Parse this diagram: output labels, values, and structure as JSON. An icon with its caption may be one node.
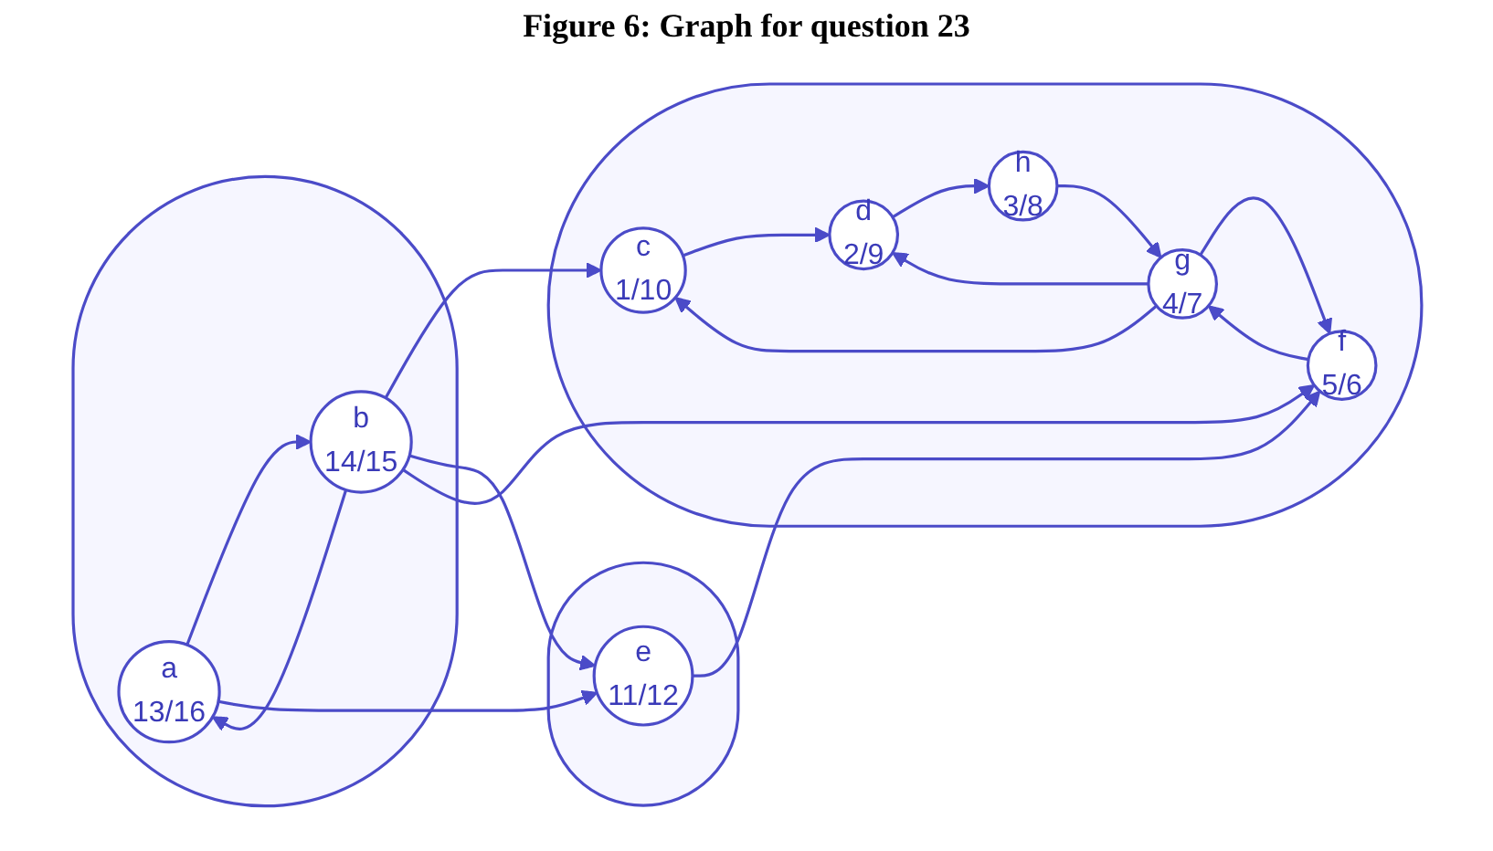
{
  "diagram": {
    "title": "Figure 6: Graph for question 23",
    "nodes": [
      {
        "text": [],
        "shape": "ellipse"
      },
      {
        "text": [
          "a",
          "13/16"
        ],
        "in": 0
      },
      {
        "text": [
          "b",
          "14/15"
        ],
        "in": 0
      },
      {
        "text": [],
        "shape": "ellipse"
      },
      {
        "text": [
          "c",
          "1/10"
        ],
        "in": 3
      },
      {
        "text": [
          "d",
          "2/9"
        ],
        "in": 3
      },
      {
        "text": [],
        "shape": "ellipse"
      },
      {
        "text": [
          "e",
          "11/12"
        ],
        "in": 6
      },
      {
        "text": [
          "f",
          "5/6"
        ],
        "in": 3
      },
      {
        "text": [
          "g",
          "4/7"
        ],
        "in": 3
      },
      {
        "text": [
          "h",
          "3/8"
        ],
        "in": 3
      }
    ],
    "edges": [
      {
        "from": 1,
        "to": 2,
        "arrow": "to"
      },
      {
        "from": 2,
        "to": 1,
        "arrow": "to"
      },
      {
        "from": 2,
        "to": 4,
        "arrow": "to"
      },
      {
        "from": 1,
        "to": 7,
        "arrow": "to"
      },
      {
        "from": 2,
        "to": 7,
        "arrow": "to"
      },
      {
        "from": 2,
        "to": 8,
        "arrow": "to"
      },
      {
        "from": 4,
        "to": 5,
        "arrow": "to"
      },
      {
        "from": 5,
        "to": 10,
        "arrow": "to"
      },
      {
        "from": 10,
        "to": 9,
        "arrow": "to"
      },
      {
        "from": 9,
        "to": 4,
        "arrow": "to"
      },
      {
        "from": 9,
        "to": 5,
        "arrow": "to"
      },
      {
        "from": 9,
        "to": 8,
        "arrow": "to"
      },
      {
        "from": 8,
        "to": 9,
        "arrow": "to"
      },
      {
        "from": 7,
        "to": 8,
        "arrow": "to"
      }
    ]
  }
}
